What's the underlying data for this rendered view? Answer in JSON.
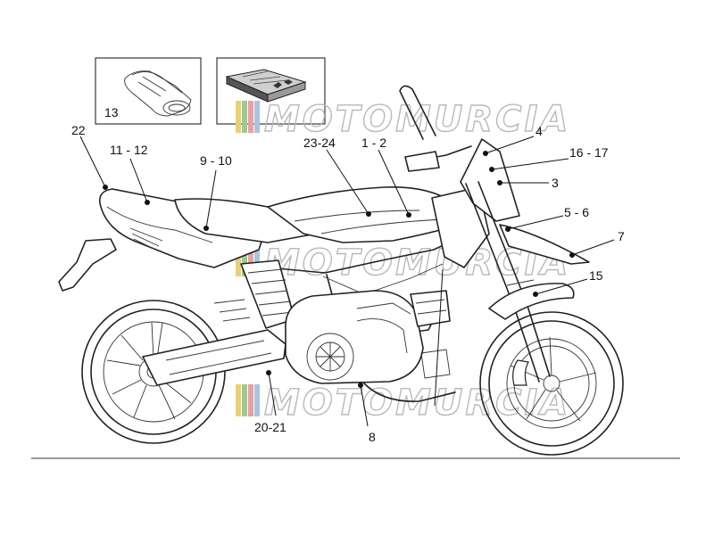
{
  "watermark": {
    "text": "MOTOMURCIA",
    "colors": [
      "#e8d07a",
      "#9fc79a",
      "#e8a0a0",
      "#a8c4e0"
    ]
  },
  "inset_boxes": [
    {
      "label": "13"
    }
  ],
  "part_labels": [
    {
      "id": "22",
      "text": "22"
    },
    {
      "id": "11-12",
      "text": "11 - 12"
    },
    {
      "id": "9-10",
      "text": "9 - 10"
    },
    {
      "id": "23-24",
      "text": "23-24"
    },
    {
      "id": "1-2",
      "text": "1 - 2"
    },
    {
      "id": "4",
      "text": "4"
    },
    {
      "id": "16-17",
      "text": "16 - 17"
    },
    {
      "id": "3",
      "text": "3"
    },
    {
      "id": "5-6",
      "text": "5 - 6"
    },
    {
      "id": "7",
      "text": "7"
    },
    {
      "id": "15",
      "text": "15"
    },
    {
      "id": "20-21",
      "text": "20-21"
    },
    {
      "id": "8",
      "text": "8"
    }
  ]
}
